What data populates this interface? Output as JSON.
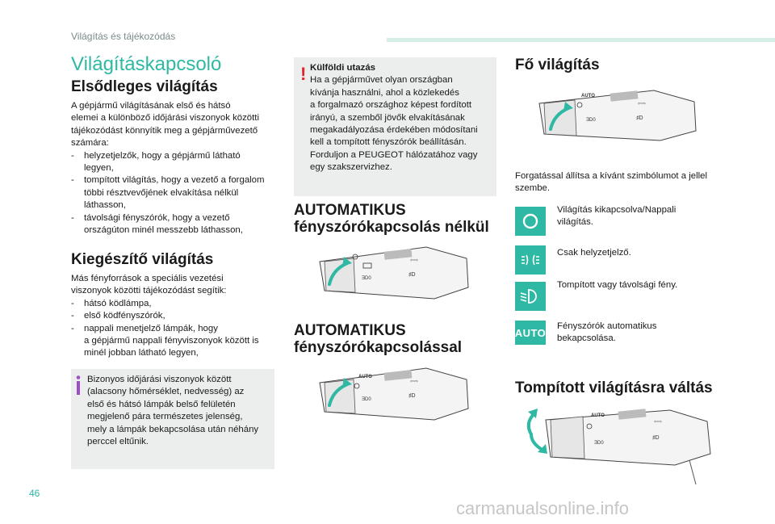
{
  "header": {
    "section": "Világítás és tájékozódás"
  },
  "page": {
    "title": "Világításkapcsoló",
    "number": "46"
  },
  "primary": {
    "heading": "Elsődleges világítás",
    "intro": [
      "A gépjármű világításának első és hátsó",
      "elemei a különböző időjárási viszonyok közötti",
      "tájékozódást könnyítik meg a gépjárművezető",
      "számára:"
    ],
    "items": [
      [
        "helyzetjelzők, hogy a gépjármű látható",
        "legyen,"
      ],
      [
        "tompított világítás, hogy a vezető a forgalom",
        "többi résztvevőjének elvakítása nélkül",
        "láthasson,"
      ],
      [
        "távolsági fényszórók, hogy a vezető",
        "országúton minél messzebb láthasson,"
      ]
    ]
  },
  "auxiliary": {
    "heading": "Kiegészítő világítás",
    "intro": [
      "Más fényforrások a speciális vezetési",
      "viszonyok közötti tájékozódást segítik:"
    ],
    "items": [
      [
        "hátsó ködlámpa,"
      ],
      [
        "első ködfényszórók,"
      ],
      [
        "nappali menetjelző lámpák, hogy",
        "a gépjármű nappali fényviszonyok között is",
        "minél jobban látható legyen,"
      ]
    ]
  },
  "info_box": {
    "lines": [
      "Bizonyos időjárási viszonyok között",
      "(alacsony hőmérséklet, nedvesség) az",
      "első és hátsó lámpák belső felületén",
      "megjelenő pára természetes jelenség,",
      "mely a lámpák bekapcsolása után néhány",
      "perccel eltűnik."
    ]
  },
  "warning_box": {
    "title": "Külföldi utazás",
    "lines": [
      "Ha a gépjárművet olyan országban",
      "kívánja használni, ahol a közlekedés",
      "a forgalmazó országhoz képest fordított",
      "irányú, a szemből jövők elvakításának",
      "megakadályozása érdekében módosítani",
      "kell a tompított fényszórók beállításán.",
      "Forduljon a PEUGEOT hálózatához vagy",
      "egy szakszervizhez."
    ]
  },
  "no_auto": {
    "heading": [
      "AUTOMATIKUS",
      "fényszórókapcsolás nélkül"
    ]
  },
  "with_auto": {
    "heading": [
      "AUTOMATIKUS",
      "fényszórókapcsolással"
    ]
  },
  "main_lighting": {
    "heading": "Fő világítás",
    "desc": [
      "Forgatással állítsa a kívánt szimbólumot a jellel",
      "szembe."
    ],
    "options": [
      {
        "icon": "circle-off-icon",
        "text": [
          "Világítás kikapcsolva/Nappali",
          "világítás."
        ]
      },
      {
        "icon": "side-lights-icon",
        "text": [
          "Csak helyzetjelző."
        ]
      },
      {
        "icon": "dipped-beam-icon",
        "text": [
          "Tompított vagy távolsági fény."
        ]
      },
      {
        "icon": "auto-icon",
        "text": [
          "Fényszórók automatikus",
          "bekapcsolása."
        ],
        "label": "AUTO"
      }
    ]
  },
  "dip_switch": {
    "heading": "Tompított világításra váltás"
  },
  "stalk": {
    "auto_label": "AUTO",
    "accent": "#2fb8a4"
  },
  "footer": {
    "watermark": "carmanualsonline.info"
  }
}
